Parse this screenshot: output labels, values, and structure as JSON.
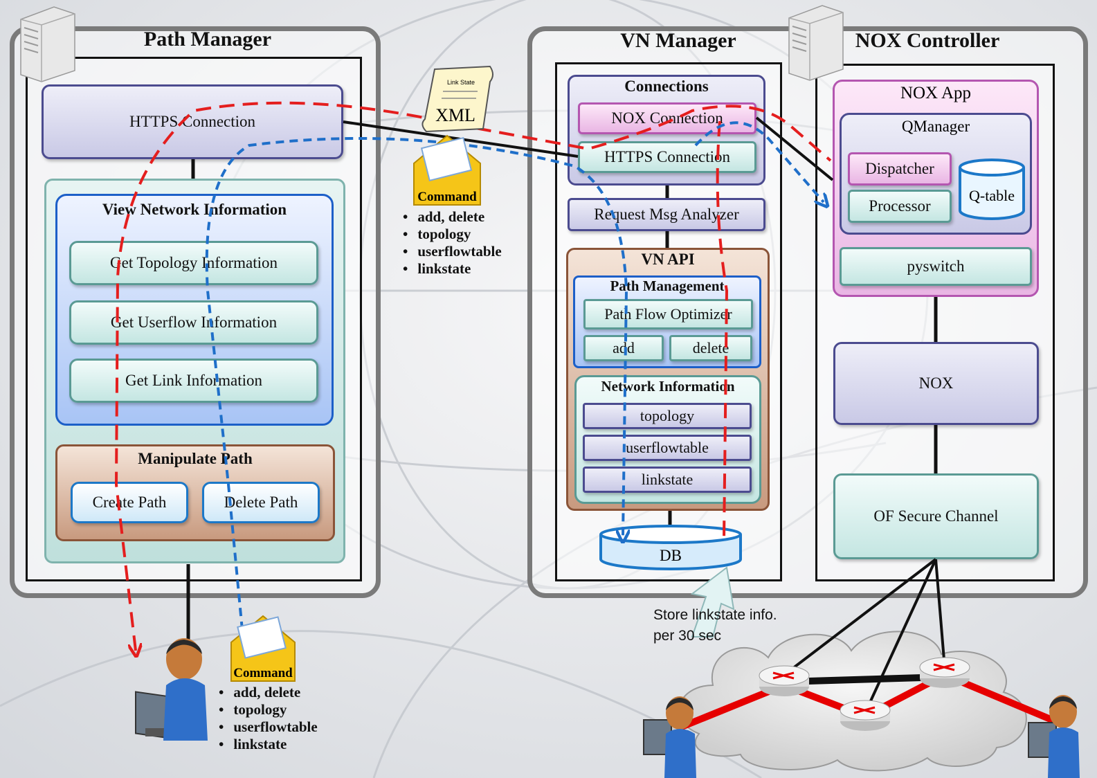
{
  "path_manager": {
    "title": "Path Manager",
    "https_connection": "HTTPS Connection",
    "view_network": {
      "title": "View Network Information",
      "items": [
        "Get Topology Information",
        "Get Userflow Information",
        "Get Link Information"
      ]
    },
    "manipulate_path": {
      "title": "Manipulate Path",
      "create": "Create Path",
      "delete": "Delete Path"
    }
  },
  "vn_manager": {
    "title": "VN Manager",
    "connections": {
      "title": "Connections",
      "nox_connection": "NOX Connection",
      "https_connection": "HTTPS Connection"
    },
    "request_analyzer": "Request Msg Analyzer",
    "vn_api": {
      "title": "VN API",
      "path_management": {
        "title": "Path Management",
        "optimizer": "Path Flow Optimizer",
        "add": "add",
        "delete": "delete"
      },
      "network_information": {
        "title": "Network Information",
        "items": [
          "topology",
          "userflowtable",
          "linkstate"
        ]
      }
    },
    "db": "DB"
  },
  "nox_controller": {
    "title": "NOX Controller",
    "nox_app": {
      "title": "NOX App",
      "qmanager": {
        "title": "QManager",
        "dispatcher": "Dispatcher",
        "processor": "Processor",
        "qtable": "Q-table"
      },
      "pyswitch": "pyswitch"
    },
    "nox": "NOX",
    "of_channel": "OF Secure Channel"
  },
  "xml_scroll": {
    "small_label": "Link State",
    "label": "XML"
  },
  "command_top": {
    "label": "Command",
    "items": [
      "add, delete",
      "topology",
      "userflowtable",
      "linkstate"
    ]
  },
  "command_bottom": {
    "label": "Command",
    "items": [
      "add, delete",
      "topology",
      "userflowtable",
      "linkstate"
    ]
  },
  "store_note": {
    "line1": "Store linkstate info.",
    "line2": "per 30 sec"
  },
  "colors": {
    "request_flow": "#e41e1e",
    "response_flow": "#1f6fc9",
    "link_red": "#e60000"
  }
}
